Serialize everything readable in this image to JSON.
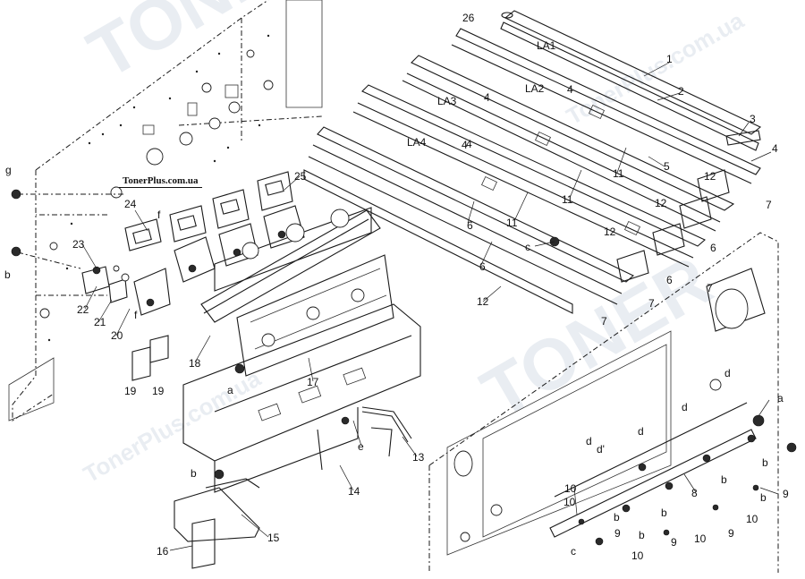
{
  "site_label": "TonerPlus.com.ua",
  "watermark": {
    "brand": "TONER",
    "site": "TonerPlus.com.ua",
    "color": "#cfd8e3"
  },
  "callouts": [
    {
      "id": "c26",
      "text": "26"
    },
    {
      "id": "cLA1",
      "text": "LA1"
    },
    {
      "id": "c1",
      "text": "1"
    },
    {
      "id": "c2",
      "text": "2"
    },
    {
      "id": "cLA2",
      "text": "LA2"
    },
    {
      "id": "c4a",
      "text": "4"
    },
    {
      "id": "c3",
      "text": "3"
    },
    {
      "id": "cLA3",
      "text": "LA3"
    },
    {
      "id": "c4b",
      "text": "4"
    },
    {
      "id": "c4c",
      "text": "4"
    },
    {
      "id": "c4d",
      "text": "4"
    },
    {
      "id": "cLA4",
      "text": "LA4"
    },
    {
      "id": "c4e",
      "text": "4"
    },
    {
      "id": "c5",
      "text": "5"
    },
    {
      "id": "c11a",
      "text": "11"
    },
    {
      "id": "c12a",
      "text": "12"
    },
    {
      "id": "c11b",
      "text": "11"
    },
    {
      "id": "c12b",
      "text": "12"
    },
    {
      "id": "c7a",
      "text": "7"
    },
    {
      "id": "c11c",
      "text": "11"
    },
    {
      "id": "c6a",
      "text": "6"
    },
    {
      "id": "c12c",
      "text": "12"
    },
    {
      "id": "c6b",
      "text": "6"
    },
    {
      "id": "cc1",
      "text": "c"
    },
    {
      "id": "c6c",
      "text": "6"
    },
    {
      "id": "c6d",
      "text": "6"
    },
    {
      "id": "c7b",
      "text": "7"
    },
    {
      "id": "c12d",
      "text": "12"
    },
    {
      "id": "c7c",
      "text": "7"
    },
    {
      "id": "c7d",
      "text": "7"
    },
    {
      "id": "cg",
      "text": "g"
    },
    {
      "id": "c25",
      "text": "25"
    },
    {
      "id": "c24",
      "text": "24"
    },
    {
      "id": "cf1",
      "text": "f"
    },
    {
      "id": "c23",
      "text": "23"
    },
    {
      "id": "cb1",
      "text": "b"
    },
    {
      "id": "c22",
      "text": "22"
    },
    {
      "id": "c21",
      "text": "21"
    },
    {
      "id": "cf2",
      "text": "f"
    },
    {
      "id": "c20",
      "text": "20"
    },
    {
      "id": "c18",
      "text": "18"
    },
    {
      "id": "c19a",
      "text": "19"
    },
    {
      "id": "c19b",
      "text": "19"
    },
    {
      "id": "ca1",
      "text": "a"
    },
    {
      "id": "c17",
      "text": "17"
    },
    {
      "id": "ce",
      "text": "e"
    },
    {
      "id": "c13",
      "text": "13"
    },
    {
      "id": "cb2",
      "text": "b"
    },
    {
      "id": "c14",
      "text": "14"
    },
    {
      "id": "c15",
      "text": "15"
    },
    {
      "id": "c16",
      "text": "16"
    },
    {
      "id": "cd1",
      "text": "d"
    },
    {
      "id": "ca2",
      "text": "a"
    },
    {
      "id": "cd2",
      "text": "d"
    },
    {
      "id": "cd3",
      "text": "d"
    },
    {
      "id": "cd4",
      "text": "d"
    },
    {
      "id": "cdp",
      "text": "d'"
    },
    {
      "id": "cb3",
      "text": "b"
    },
    {
      "id": "cb4",
      "text": "b"
    },
    {
      "id": "c9a",
      "text": "9"
    },
    {
      "id": "c8",
      "text": "8"
    },
    {
      "id": "c10a",
      "text": "10"
    },
    {
      "id": "cb5",
      "text": "b"
    },
    {
      "id": "c10b",
      "text": "10"
    },
    {
      "id": "cb6",
      "text": "b"
    },
    {
      "id": "c9b",
      "text": "9"
    },
    {
      "id": "cb7",
      "text": "b"
    },
    {
      "id": "cb8",
      "text": "b"
    },
    {
      "id": "c9c",
      "text": "9"
    },
    {
      "id": "c10c",
      "text": "10"
    },
    {
      "id": "cc2",
      "text": "c"
    },
    {
      "id": "c10d",
      "text": "10"
    },
    {
      "id": "c9d",
      "text": "9"
    },
    {
      "id": "c10e",
      "text": "10"
    }
  ]
}
